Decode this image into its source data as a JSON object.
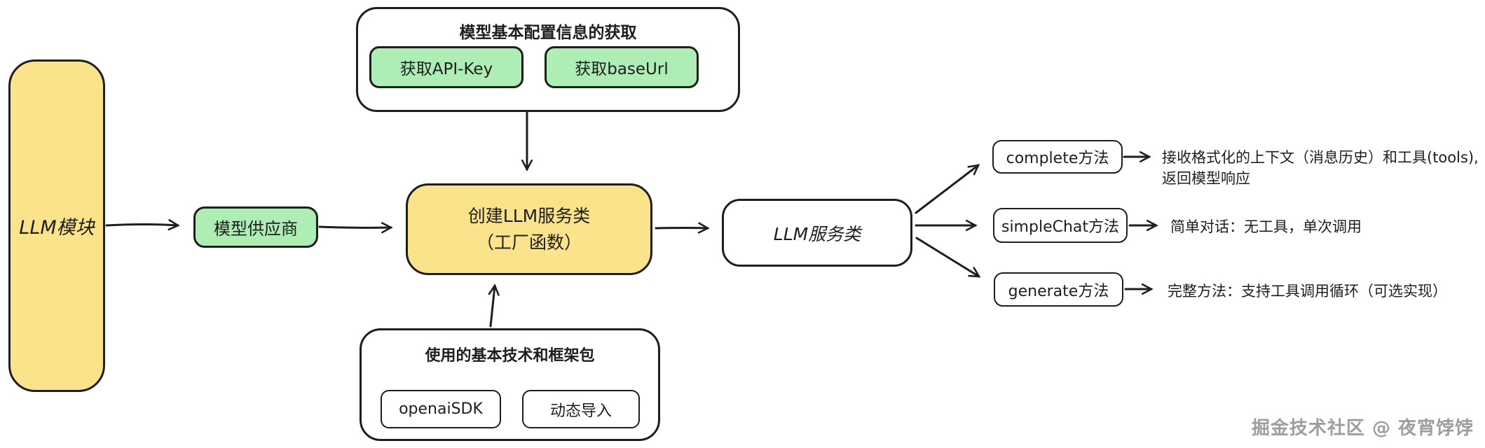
{
  "diagram": {
    "llm_module": {
      "label": "LLM模块"
    },
    "model_supplier": {
      "label": "模型供应商"
    },
    "config_group": {
      "title": "模型基本配置信息的获取",
      "items": [
        {
          "label": "获取API-Key"
        },
        {
          "label": "获取baseUrl"
        }
      ]
    },
    "factory": {
      "line1": "创建LLM服务类",
      "line2": "（工厂函数）"
    },
    "llm_service": {
      "label": "LLM服务类"
    },
    "tech_group": {
      "title": "使用的基本技术和框架包",
      "items": [
        {
          "label": "openaiSDK"
        },
        {
          "label": "动态导入"
        }
      ]
    },
    "methods": [
      {
        "label": "complete方法",
        "desc_line1": "接收格式化的上下文（消息历史）和工具(tools),",
        "desc_line2": "返回模型响应"
      },
      {
        "label": "simpleChat方法",
        "desc": "简单对话：无工具，单次调用"
      },
      {
        "label": "generate方法",
        "desc": "完整方法：支持工具调用循环（可选实现）"
      }
    ],
    "watermark": "掘金技术社区 @ 夜宵饽饽",
    "colors": {
      "yellow": "#FAE38B",
      "green": "#AEEDB4",
      "stroke": "#1e1e1e",
      "watermark": "#9e9e9e"
    }
  }
}
